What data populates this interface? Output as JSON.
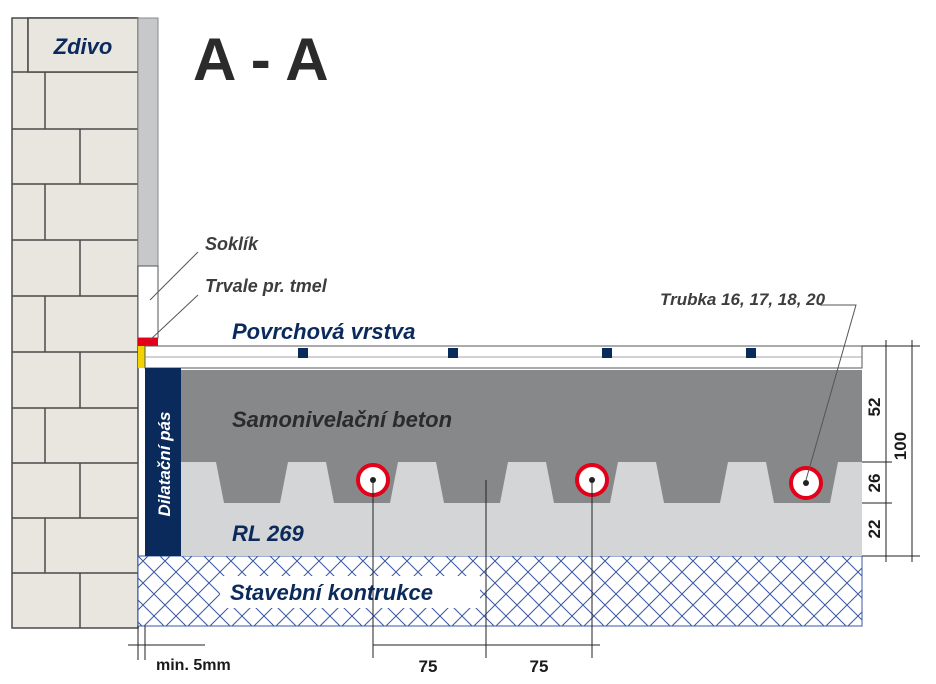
{
  "title": "A - A",
  "labels": {
    "wall": "Zdivo",
    "skirting": "Soklík",
    "sealant": "Trvale pr. tmel",
    "surface_layer": "Povrchová vrstva",
    "screed": "Samonivelační beton",
    "pipe": "Trubka 16, 17, 18, 20",
    "expansion_strip": "Dilatační pás",
    "panel": "RL 269",
    "structure": "Stavební kontrukce"
  },
  "dimensions": {
    "gap": "min. 5mm",
    "pipe_spacing_1": "75",
    "pipe_spacing_2": "75",
    "screed_height": "52",
    "panel_height": "26",
    "base_height": "22",
    "total_height": "100"
  },
  "colors": {
    "navy": "#0b2a5c",
    "pipe_ring": "#e2001a",
    "screed": "#87888a",
    "panel": "#d4d5d6",
    "brick": "#e9e5df",
    "hatch": "#3a58a5"
  }
}
